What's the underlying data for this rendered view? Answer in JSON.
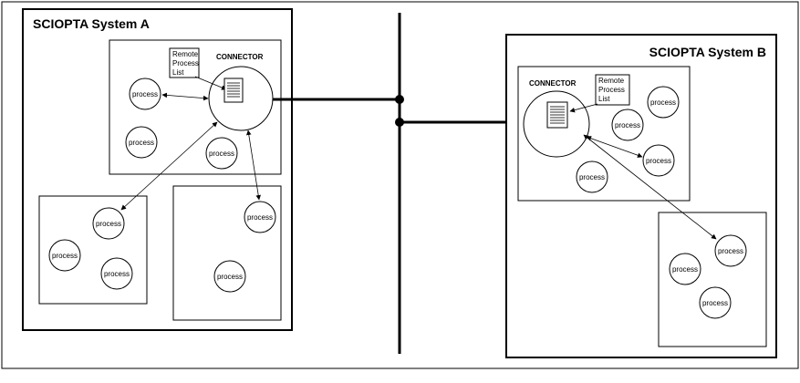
{
  "system_a": {
    "title": "SCIOPTA System A",
    "connector_label": "CONNECTOR",
    "rpl": [
      "Remote",
      "Process",
      "List"
    ],
    "processes": [
      "process",
      "process",
      "process",
      "process",
      "process",
      "process",
      "process",
      "process"
    ]
  },
  "system_b": {
    "title": "SCIOPTA System B",
    "connector_label": "CONNECTOR",
    "rpl": [
      "Remote",
      "Process",
      "List"
    ],
    "processes": [
      "process",
      "process",
      "process",
      "process",
      "process",
      "process",
      "process"
    ]
  }
}
